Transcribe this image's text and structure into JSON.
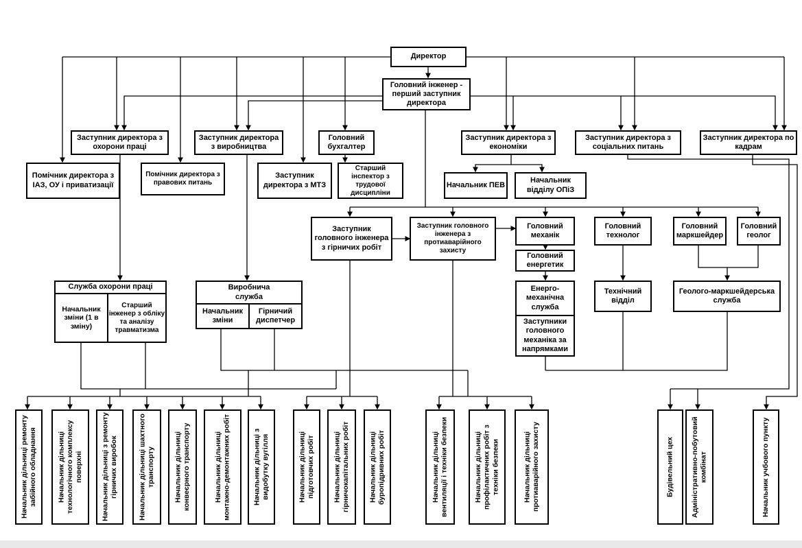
{
  "director": "Директор",
  "chief_engineer": "Головний інженер - перший заступник директора",
  "deputies": {
    "labour": "Заступник директора з охорони праці",
    "production": "Заступник директора з виробництва",
    "accountant": "Головний бухгалтер",
    "economics": "Заступник директора з економіки",
    "social": "Заступник директора з соціальних питань",
    "hr": "Заступник директора по кадрам"
  },
  "second": {
    "assistant_iaz": "Помічник директора з ІАЗ, ОУ і приватизації",
    "assistant_legal": "Помічник директора з правових питань",
    "deputy_mtz": "Заступник директора з МТЗ",
    "senior_inspector": "Старший інспектор з трудової дисципліни",
    "head_pev": "Начальник ПЕВ",
    "head_opiz": "Начальник відділу ОПіЗ"
  },
  "engineering": {
    "deputy_mining": "Заступник головного інженера з гірничих робіт",
    "deputy_emergency": "Заступник головного інженера з протиаварійного захисту",
    "chief_mechanic": "Головний механік",
    "chief_power": "Головний енергетик",
    "chief_technologist": "Головний технолог",
    "chief_surveyor": "Головний маркшейдер",
    "chief_geologist": "Головний геолог"
  },
  "services": {
    "labour_service": "Служба охорони праці",
    "shift_head": "Начальник зміни (1 в зміну)",
    "senior_engineer": "Старший інженер з обліку та аналізу травматизма",
    "production_service": "Виробнича служба",
    "prod_shift_head": "Начальник зміни",
    "mining_dispatcher": "Гірничий диспетчер",
    "energy_service": "Енерго-механічна служба",
    "deputy_mechanics": "Заступники головного механіка за напрямками",
    "technical_dept": "Технічний відділ",
    "geo_service": "Геолого-маркшейдерська служба"
  },
  "bottom": [
    "Начальник дільниці ремонту забійного обладнання",
    "Начальник дільниці технологічного комплексу поверхні",
    "Начальник дільниці з ремонту гірничих виробок",
    "Начальник дільниці шахтного транспорту",
    "Начальник дільниці конвеєрного транспорту",
    "Начальник дільниці монтажно-демонтажних робіт",
    "Начальник дільниці з видобутку вугілля",
    "Начальник дільниці підготовчих робіт",
    "Начальник дільниці гірничокапітальних робіт",
    "Начальник дільниці буропідривних робіт",
    "Начальник дільниці вентиляції і техніки безпеки",
    "Начальник дільниці профілактичних робіт з техніки безпеки",
    "Начальник дільниці протиаварійного захисту",
    "Будівельний цех",
    "Адміністративно-побутовий комбінат",
    "Начальник учбового пункту"
  ]
}
